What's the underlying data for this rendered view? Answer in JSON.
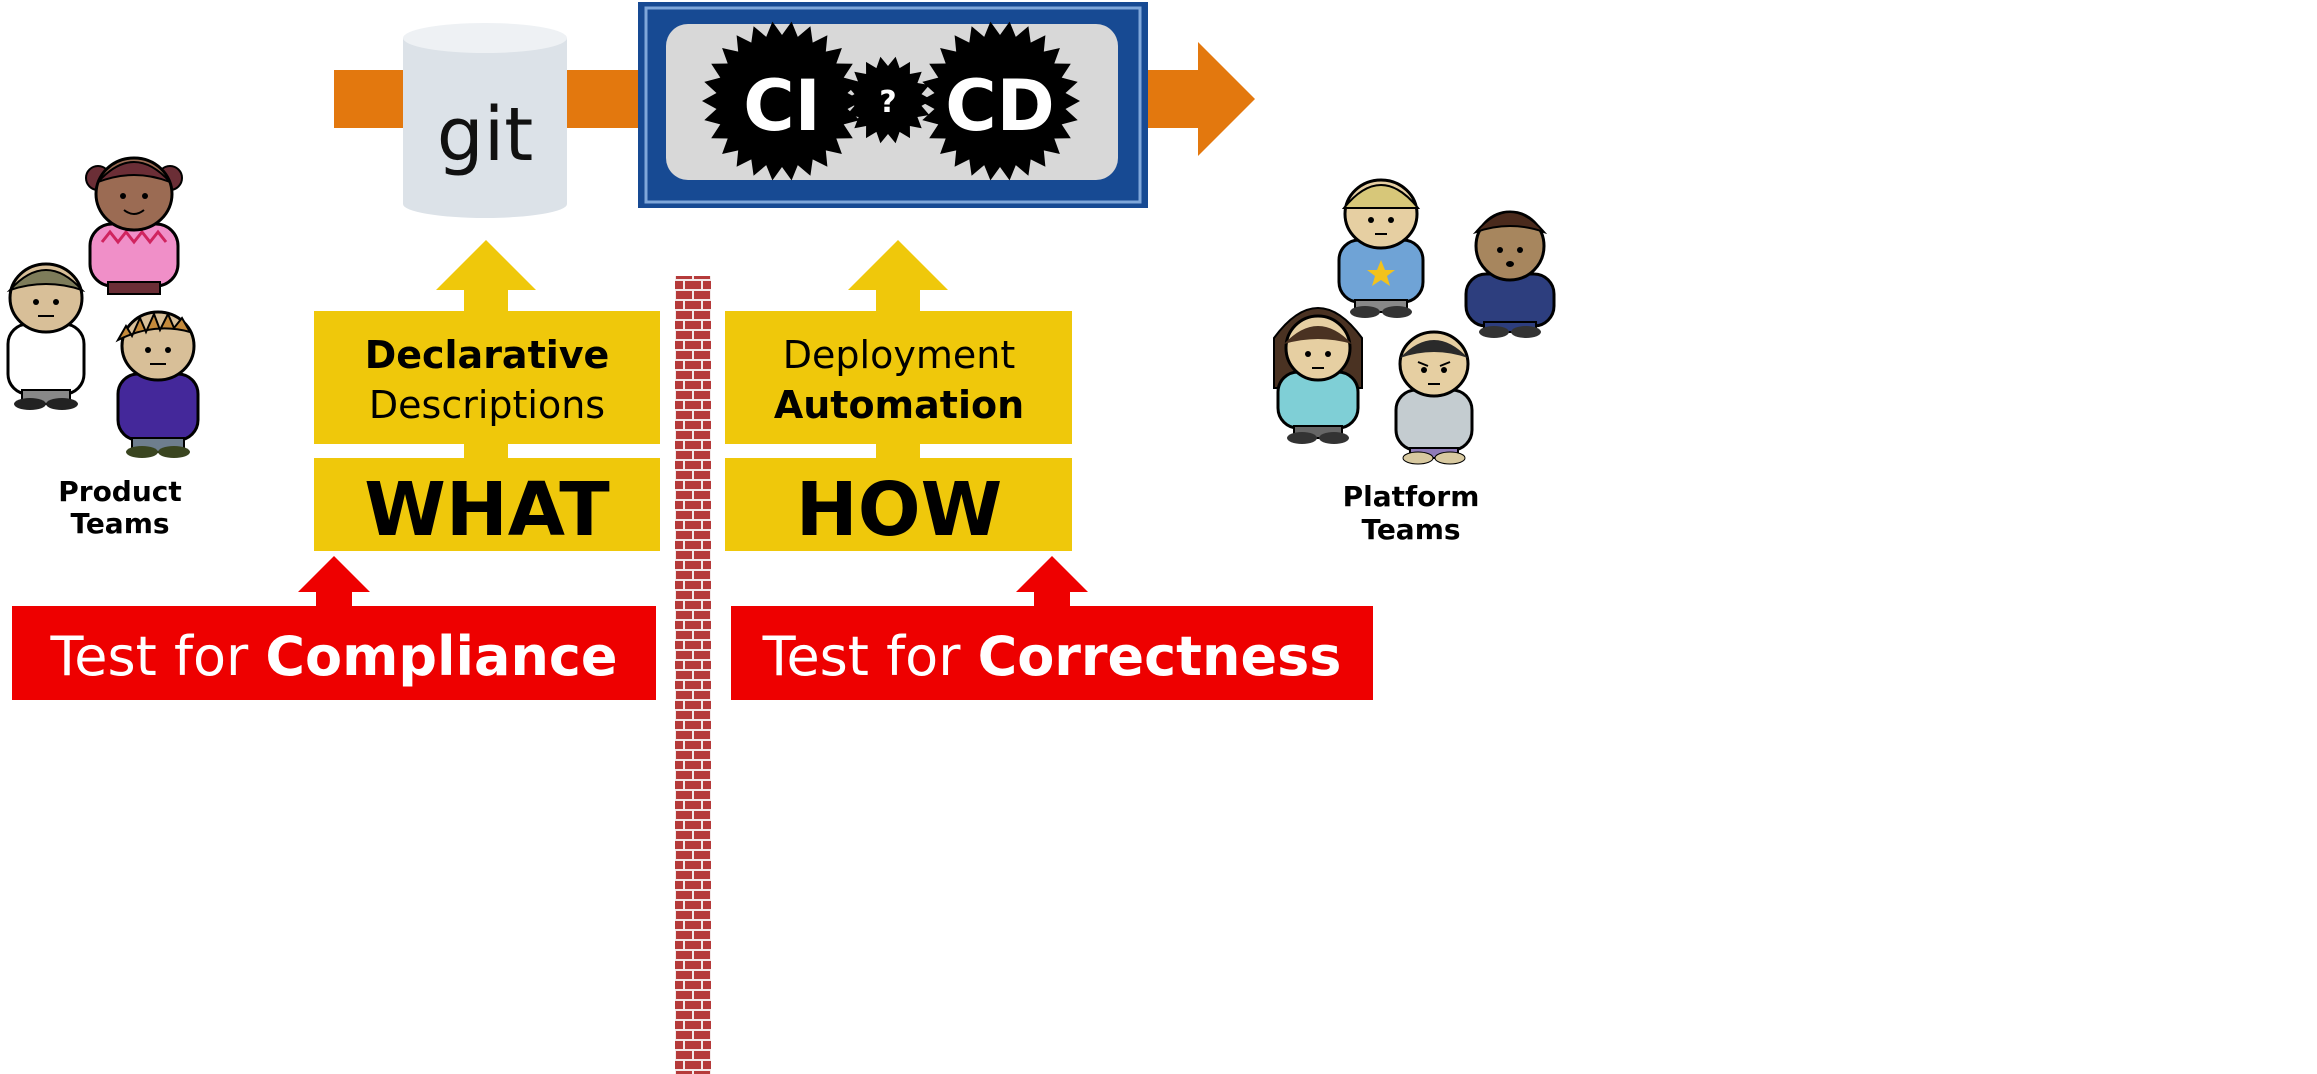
{
  "pipeline": {
    "repo_label": "git",
    "ci_label": "CI",
    "link_label": "?",
    "cd_label": "CD",
    "arrow_color": "#E3780E",
    "panel_color": "#174A93",
    "inner_panel_color": "#D8D8D8"
  },
  "product_teams": {
    "line1": "Product",
    "line2": "Teams"
  },
  "platform_teams": {
    "line1": "Platform",
    "line2": "Teams"
  },
  "left_sign": {
    "top_bold": "Declarative",
    "top_regular": "Descriptions",
    "bottom": "WHAT",
    "color": "#EFC80B"
  },
  "right_sign": {
    "top_regular": "Deployment",
    "top_bold": "Automation",
    "bottom": "HOW",
    "color": "#EFC80B"
  },
  "left_test": {
    "prefix": "Test for ",
    "emphasis": "Compliance",
    "color": "#EE0000"
  },
  "right_test": {
    "prefix": "Test for ",
    "emphasis": "Correctness",
    "color": "#EE0000"
  },
  "wall": {
    "color": "#B53A3A"
  },
  "icons": [
    "person-icon",
    "cylinder-icon",
    "gear-icon",
    "brick-wall-icon",
    "arrow-up-icon",
    "arrow-right-icon"
  ]
}
